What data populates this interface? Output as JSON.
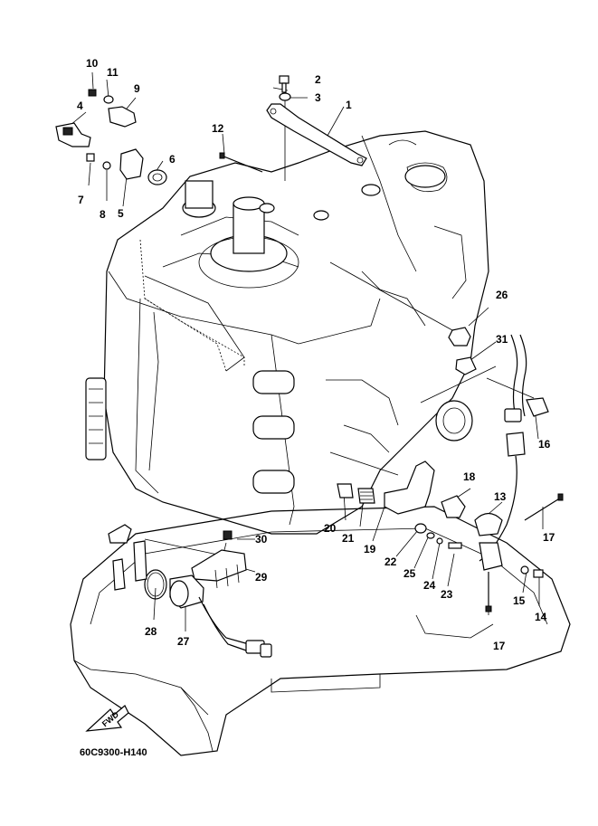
{
  "diagram": {
    "code": "60C9300-H140",
    "fwd_label": "FWD",
    "callouts": [
      "1",
      "2",
      "3",
      "4",
      "5",
      "6",
      "7",
      "8",
      "9",
      "10",
      "11",
      "12",
      "13",
      "14",
      "15",
      "16",
      "17",
      "17",
      "18",
      "19",
      "20",
      "21",
      "22",
      "23",
      "24",
      "25",
      "26",
      "27",
      "28",
      "29",
      "30",
      "31"
    ]
  }
}
